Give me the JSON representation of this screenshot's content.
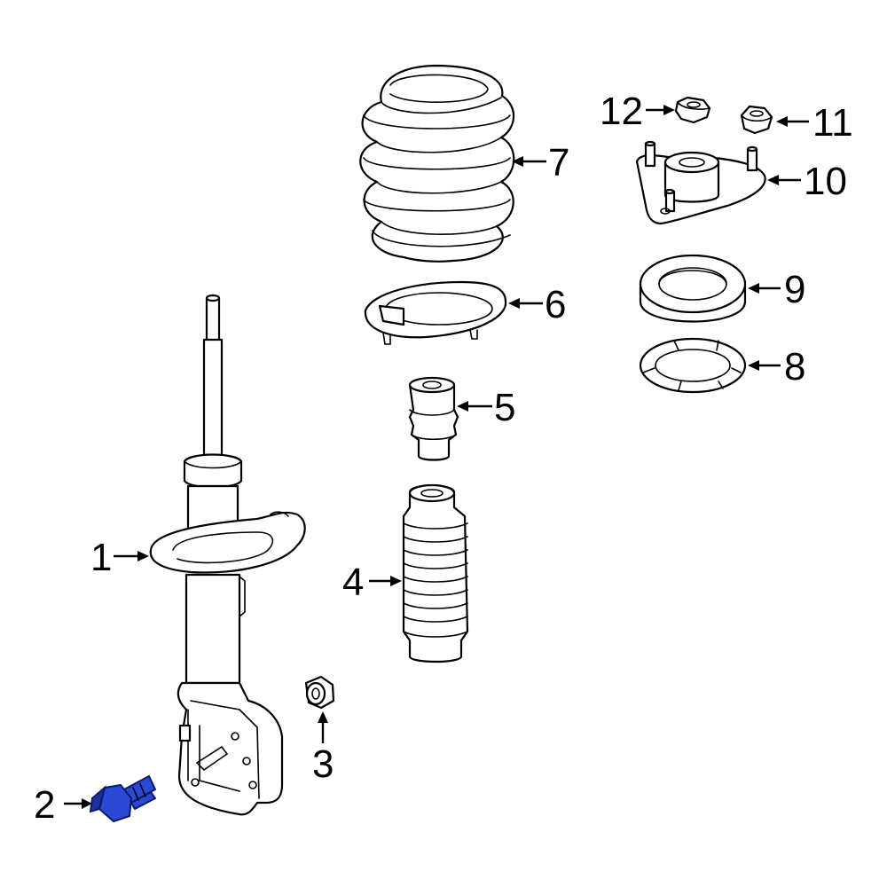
{
  "callouts": [
    {
      "num": "1",
      "part": "strut-assembly"
    },
    {
      "num": "2",
      "part": "strut-bolt"
    },
    {
      "num": "3",
      "part": "nut"
    },
    {
      "num": "4",
      "part": "dust-boot"
    },
    {
      "num": "5",
      "part": "bump-stop"
    },
    {
      "num": "6",
      "part": "lower-spring-seat"
    },
    {
      "num": "7",
      "part": "coil-spring"
    },
    {
      "num": "8",
      "part": "bearing"
    },
    {
      "num": "9",
      "part": "upper-spring-seat"
    },
    {
      "num": "10",
      "part": "strut-mount"
    },
    {
      "num": "11",
      "part": "mount-nut"
    },
    {
      "num": "12",
      "part": "mount-nut"
    }
  ],
  "colors": {
    "highlight": "#2b49d4",
    "line": "#000000",
    "background": "#ffffff"
  }
}
